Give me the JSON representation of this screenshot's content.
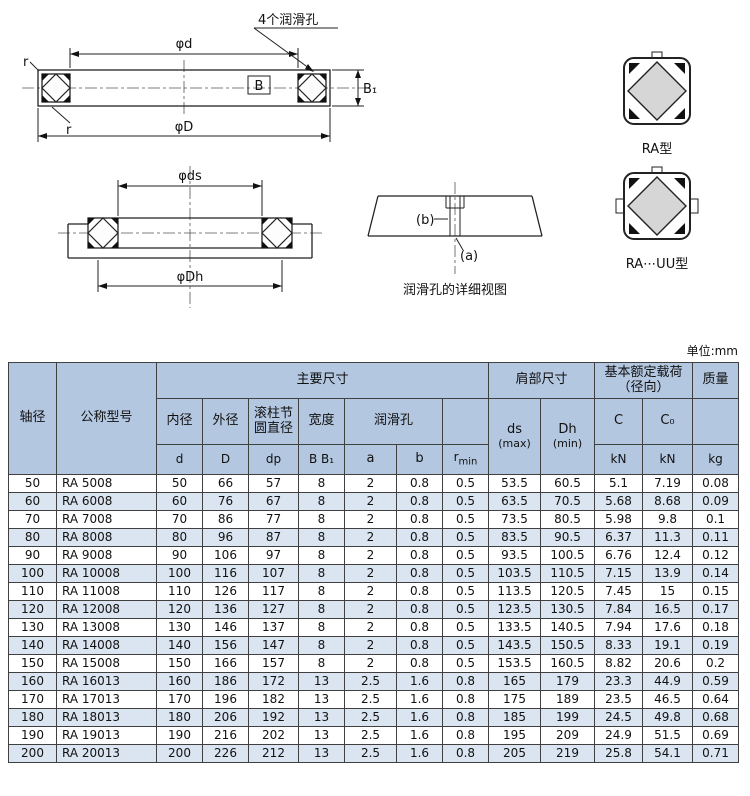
{
  "page": {
    "unit_label": "单位:mm"
  },
  "diagram": {
    "main_view": {
      "phi_d": "φd",
      "phi_D": "φD",
      "B": "B",
      "B1": "B₁",
      "r_top": "r",
      "r_bottom": "r",
      "lube_note": "4个润滑孔"
    },
    "mount_view": {
      "phi_ds": "φds",
      "phi_Dh": "φDh"
    },
    "detail_view": {
      "a": "(a)",
      "b": "(b)",
      "caption": "润滑孔的详细视图"
    },
    "type_icons": {
      "ra": "RA型",
      "ra_uu": "RA⋯UU型"
    }
  },
  "table": {
    "headers": {
      "shaft_dia": "轴径",
      "model": "公称型号",
      "main_dims": "主要尺寸",
      "bore": "内径",
      "outer_dia": "外径",
      "roller_pitch": "滚柱节圆直径",
      "width": "宽度",
      "lube_hole": "润滑孔",
      "d": "d",
      "D": "D",
      "dp": "dp",
      "B_B1": "B B₁",
      "a": "a",
      "b": "b",
      "r": "r",
      "r_sub": "min",
      "shoulder_dims": "肩部尺寸",
      "ds": "ds",
      "ds_sub": "(max)",
      "Dh": "Dh",
      "Dh_sub": "(min)",
      "load_rating": "基本额定载荷（径向）",
      "C": "C",
      "C0": "C₀",
      "kN_C": "kN",
      "kN_C0": "kN",
      "mass": "质量",
      "kg": "kg"
    },
    "rows": [
      [
        "50",
        "RA 5008",
        "50",
        "66",
        "57",
        "8",
        "2",
        "0.8",
        "0.5",
        "53.5",
        "60.5",
        "5.1",
        "7.19",
        "0.08"
      ],
      [
        "60",
        "RA 6008",
        "60",
        "76",
        "67",
        "8",
        "2",
        "0.8",
        "0.5",
        "63.5",
        "70.5",
        "5.68",
        "8.68",
        "0.09"
      ],
      [
        "70",
        "RA 7008",
        "70",
        "86",
        "77",
        "8",
        "2",
        "0.8",
        "0.5",
        "73.5",
        "80.5",
        "5.98",
        "9.8",
        "0.1"
      ],
      [
        "80",
        "RA 8008",
        "80",
        "96",
        "87",
        "8",
        "2",
        "0.8",
        "0.5",
        "83.5",
        "90.5",
        "6.37",
        "11.3",
        "0.11"
      ],
      [
        "90",
        "RA 9008",
        "90",
        "106",
        "97",
        "8",
        "2",
        "0.8",
        "0.5",
        "93.5",
        "100.5",
        "6.76",
        "12.4",
        "0.12"
      ],
      [
        "100",
        "RA 10008",
        "100",
        "116",
        "107",
        "8",
        "2",
        "0.8",
        "0.5",
        "103.5",
        "110.5",
        "7.15",
        "13.9",
        "0.14"
      ],
      [
        "110",
        "RA 11008",
        "110",
        "126",
        "117",
        "8",
        "2",
        "0.8",
        "0.5",
        "113.5",
        "120.5",
        "7.45",
        "15",
        "0.15"
      ],
      [
        "120",
        "RA 12008",
        "120",
        "136",
        "127",
        "8",
        "2",
        "0.8",
        "0.5",
        "123.5",
        "130.5",
        "7.84",
        "16.5",
        "0.17"
      ],
      [
        "130",
        "RA 13008",
        "130",
        "146",
        "137",
        "8",
        "2",
        "0.8",
        "0.5",
        "133.5",
        "140.5",
        "7.94",
        "17.6",
        "0.18"
      ],
      [
        "140",
        "RA 14008",
        "140",
        "156",
        "147",
        "8",
        "2",
        "0.8",
        "0.5",
        "143.5",
        "150.5",
        "8.33",
        "19.1",
        "0.19"
      ],
      [
        "150",
        "RA 15008",
        "150",
        "166",
        "157",
        "8",
        "2",
        "0.8",
        "0.5",
        "153.5",
        "160.5",
        "8.82",
        "20.6",
        "0.2"
      ],
      [
        "160",
        "RA 16013",
        "160",
        "186",
        "172",
        "13",
        "2.5",
        "1.6",
        "0.8",
        "165",
        "179",
        "23.3",
        "44.9",
        "0.59"
      ],
      [
        "170",
        "RA 17013",
        "170",
        "196",
        "182",
        "13",
        "2.5",
        "1.6",
        "0.8",
        "175",
        "189",
        "23.5",
        "46.5",
        "0.64"
      ],
      [
        "180",
        "RA 18013",
        "180",
        "206",
        "192",
        "13",
        "2.5",
        "1.6",
        "0.8",
        "185",
        "199",
        "24.5",
        "49.8",
        "0.68"
      ],
      [
        "190",
        "RA 19013",
        "190",
        "216",
        "202",
        "13",
        "2.5",
        "1.6",
        "0.8",
        "195",
        "209",
        "24.9",
        "51.5",
        "0.69"
      ],
      [
        "200",
        "RA 20013",
        "200",
        "226",
        "212",
        "13",
        "2.5",
        "1.6",
        "0.8",
        "205",
        "219",
        "25.8",
        "54.1",
        "0.71"
      ]
    ]
  }
}
